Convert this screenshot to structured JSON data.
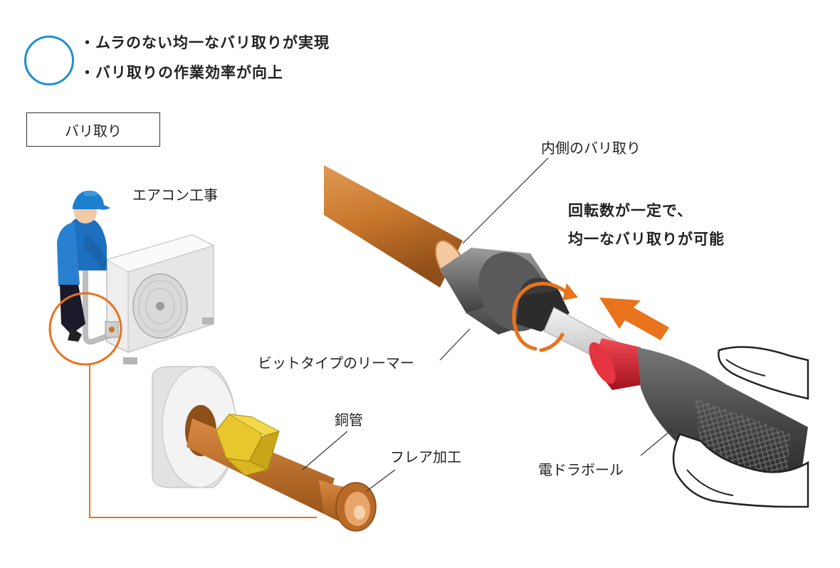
{
  "summary": {
    "bullets": [
      "・ムラのない均一なバリ取りが実現",
      "・バリ取りの作業効率が向上"
    ]
  },
  "section_tag": "バリ取り",
  "labels": {
    "aircon": "エアコン工事",
    "inner_deburr": "内側のバリ取り",
    "reamer": "ビットタイプのリーマー",
    "copper_pipe": "銅管",
    "flare": "フレア加工",
    "drill": "電ドラボール"
  },
  "headline": [
    "回転数が一定で、",
    "均一なバリ取りが可能"
  ],
  "colors": {
    "accent_blue": "#1e8fd0",
    "accent_orange": "#e8731c",
    "copper": "#c8762c",
    "reamer_red": "#d31d2b"
  }
}
